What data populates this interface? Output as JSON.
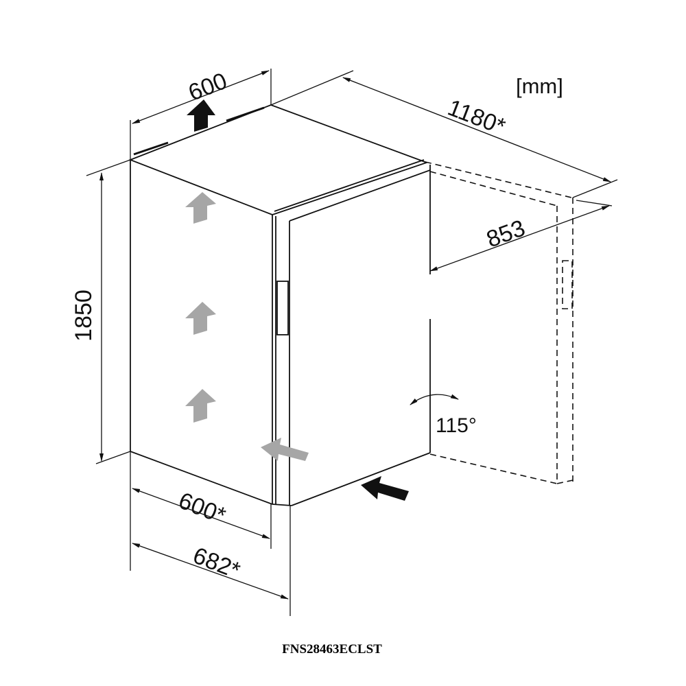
{
  "units_label": "[mm]",
  "dimensions": {
    "top_width": "600",
    "height": "1850",
    "depth_open_door": "1180*",
    "door_width": "853",
    "depth": "600*",
    "depth_with_door": "682*",
    "door_angle": "115°"
  },
  "model": "FNS28463ECLST",
  "colors": {
    "line": "#111111",
    "arrow_dark": "#111111",
    "arrow_grey": "#a6a6a6"
  }
}
